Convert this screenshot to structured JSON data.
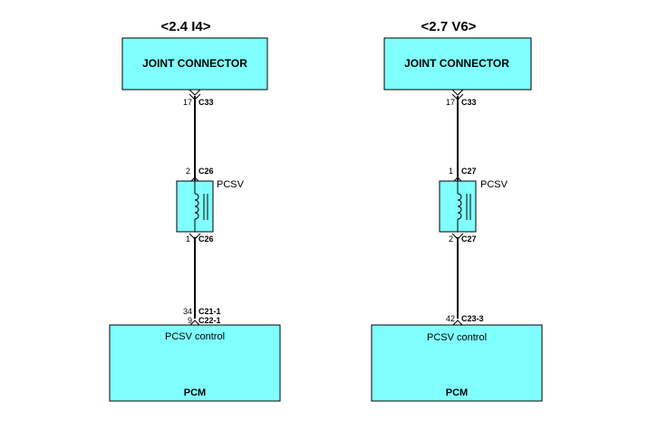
{
  "circuits": [
    {
      "engine": "<2.4  I4>",
      "joint": {
        "label": "JOINT CONNECTOR",
        "pin": "17",
        "connector": "C33"
      },
      "pcsv": {
        "label": "PCSV",
        "top_pin": "2",
        "top_connector": "C26",
        "bottom_pin": "1",
        "bottom_connector": "C26"
      },
      "pcm": {
        "pins": [
          {
            "pin": "34",
            "connector": "C21-1"
          },
          {
            "pin": "9",
            "connector": "C22-1"
          }
        ],
        "function": "PCSV control",
        "label": "PCM"
      }
    },
    {
      "engine": "<2.7  V6>",
      "joint": {
        "label": "JOINT CONNECTOR",
        "pin": "17",
        "connector": "C33"
      },
      "pcsv": {
        "label": "PCSV",
        "top_pin": "1",
        "top_connector": "C27",
        "bottom_pin": "2",
        "bottom_connector": "C27"
      },
      "pcm": {
        "pins": [
          {
            "pin": "42",
            "connector": "C23-3"
          }
        ],
        "function": "PCSV control",
        "label": "PCM"
      }
    }
  ]
}
